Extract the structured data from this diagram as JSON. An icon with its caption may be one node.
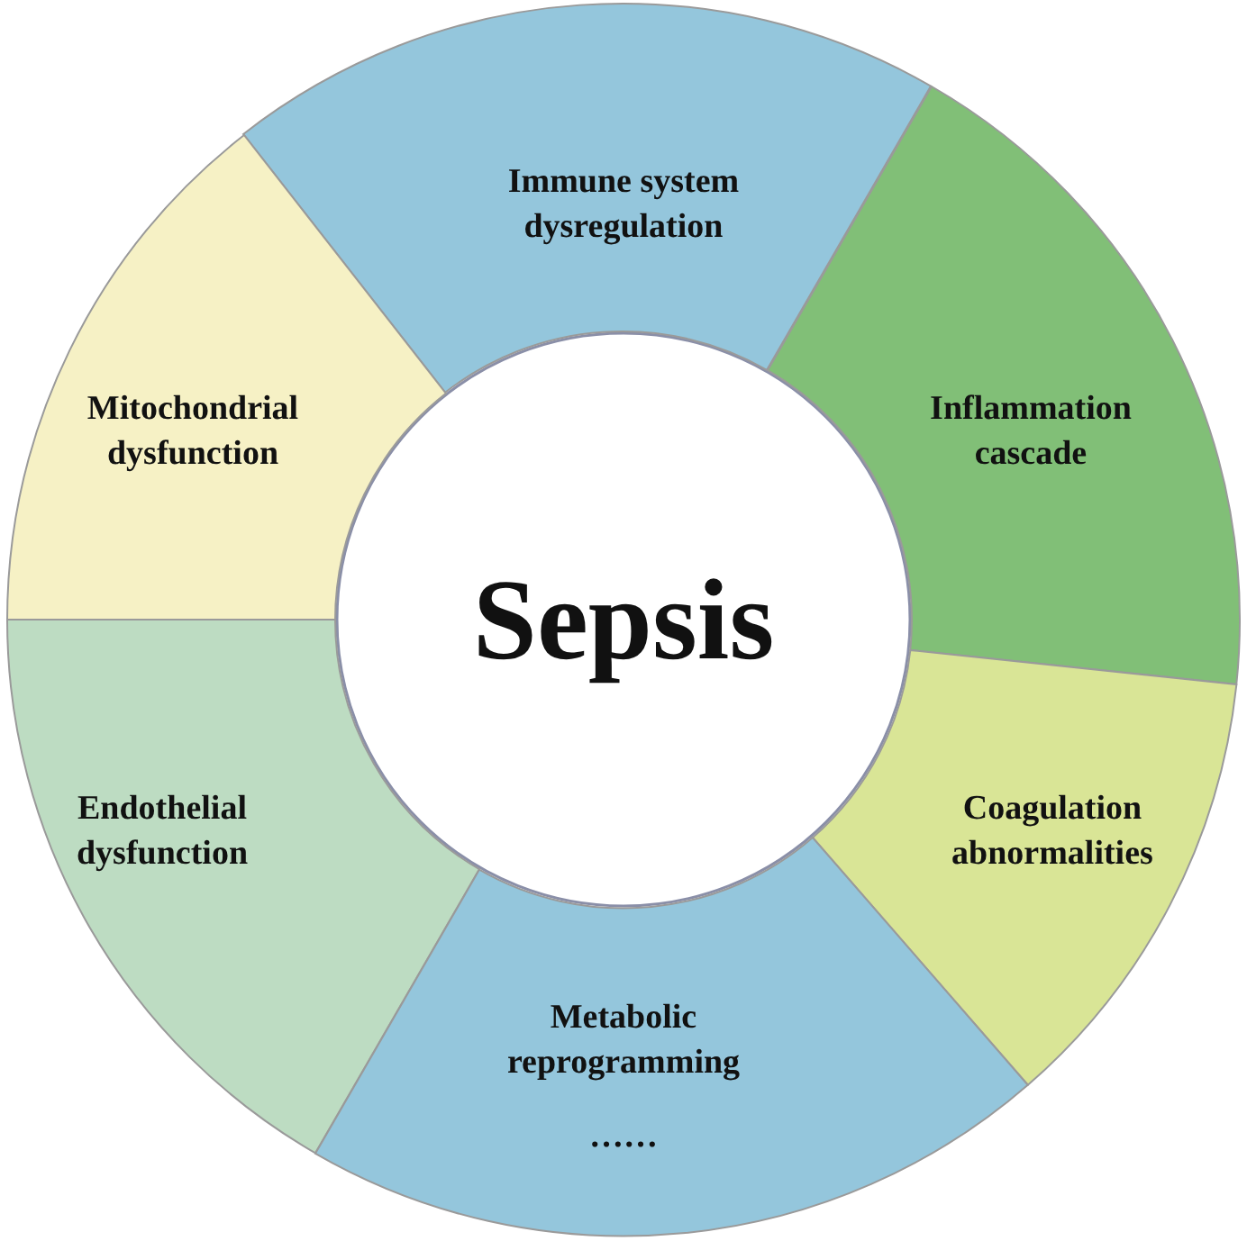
{
  "diagram": {
    "nodes": [
      {
        "text": [
          "Sepsis"
        ]
      },
      {
        "text": [
          "Immune system dysregulation"
        ]
      },
      {
        "text": [
          "Mitochondrial dysfunction"
        ]
      },
      {
        "text": [
          "Inflammation cascade"
        ]
      },
      {
        "text": [
          "Endothelial dysfunction"
        ]
      },
      {
        "text": [
          "Coagulation abnormalities"
        ]
      },
      {
        "text": [
          "Metabolic reprogramming",
          "……"
        ]
      }
    ]
  }
}
